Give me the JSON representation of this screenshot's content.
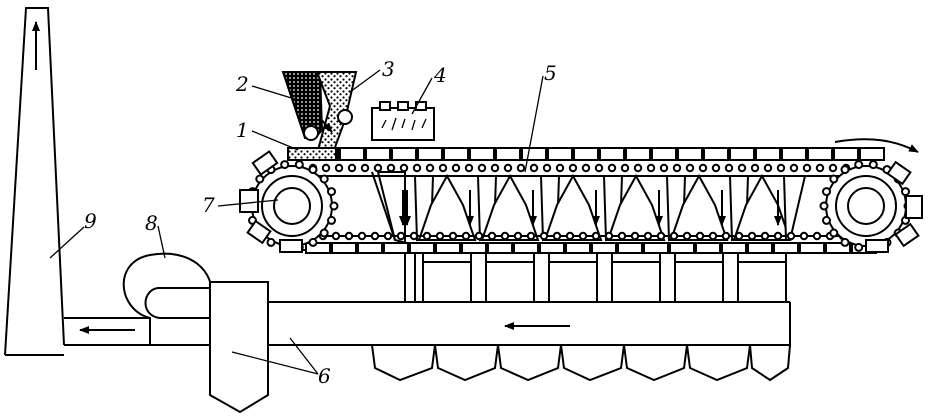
{
  "labels": {
    "l1": "1",
    "l2": "2",
    "l3": "3",
    "l4": "4",
    "l5": "5",
    "l6": "6",
    "l7": "7",
    "l8": "8",
    "l9": "9"
  },
  "colors": {
    "line": "#000000",
    "background": "#ffffff"
  },
  "icons": {
    "flow_arrow": "arrow-icon",
    "rotation_arrow": "curved-arrow-icon"
  }
}
